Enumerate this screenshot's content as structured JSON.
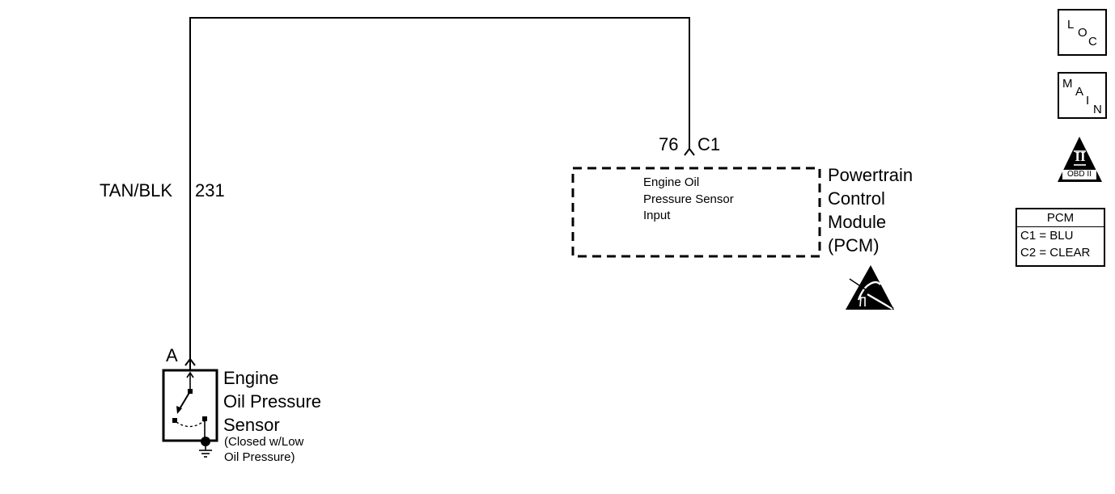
{
  "wire": {
    "color": "TAN/BLK",
    "circuit": "231"
  },
  "pcm_connector": {
    "pin": "76",
    "connector": "C1"
  },
  "sensor_connector": {
    "pin": "A"
  },
  "pcm_internal": {
    "lines": [
      "Engine Oil",
      "Pressure Sensor",
      "Input"
    ]
  },
  "pcm_component": {
    "lines": [
      "Powertrain",
      "Control",
      "Module",
      "(PCM)"
    ]
  },
  "sensor_component": {
    "lines": [
      "Engine",
      "Oil Pressure",
      "Sensor"
    ],
    "note_lines": [
      "(Closed w/Low",
      "Oil Pressure)"
    ]
  },
  "side_icons": {
    "loc": [
      "L",
      "O",
      "C"
    ],
    "main": [
      "M",
      "A",
      "I",
      "N"
    ],
    "obd_numeral": "II",
    "obd_label": "OBD II"
  },
  "connector_table": {
    "header": "PCM",
    "rows": [
      "C1 = BLU",
      "C2 = CLEAR"
    ]
  },
  "icons": [
    "esd-sensitive-icon",
    "obd-ii-icon",
    "ground-icon",
    "switch-icon"
  ]
}
